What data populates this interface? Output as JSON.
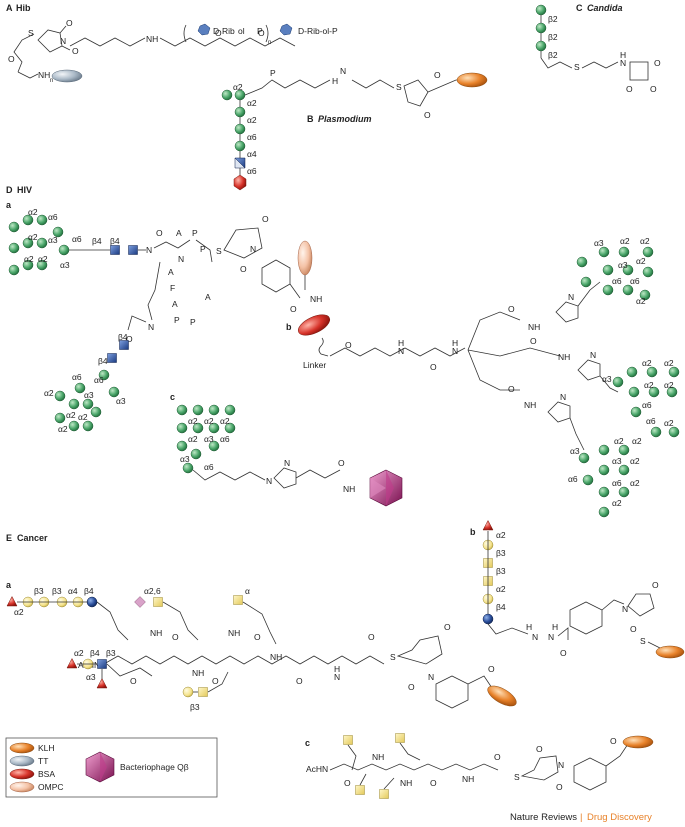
{
  "sections": {
    "A": {
      "letter": "A",
      "title": "Hib"
    },
    "B": {
      "letter": "B",
      "title": "Plasmodium"
    },
    "C": {
      "letter": "C",
      "title": "Candida"
    },
    "D": {
      "letter": "D",
      "title": "HIV",
      "subpanels": [
        "a",
        "b",
        "c"
      ]
    },
    "E": {
      "letter": "E",
      "title": "Cancer",
      "subpanels": [
        "a",
        "b",
        "c"
      ]
    }
  },
  "hib": {
    "repeat_text": "D-Rib-ol-P",
    "subscript": "n",
    "chain_prefix": "D",
    "ribitol": "Rib",
    "ol": "ol",
    "p": "P"
  },
  "hiv": {
    "linker_label": "Linker",
    "peptide_letters": [
      "A",
      "P",
      "P",
      "A",
      "F",
      "A",
      "P",
      "P",
      "A"
    ]
  },
  "cancer": {
    "acnh": "AcHN",
    "nh": "NH",
    "o": "O",
    "s": "S",
    "n": "N",
    "h": "H"
  },
  "linkages": {
    "a2": "α2",
    "a3": "α3",
    "a4": "α4",
    "a6": "α6",
    "a26": "α2,6",
    "a": "α",
    "b2": "β2",
    "b3": "β3",
    "b4": "β4"
  },
  "legend": {
    "items": [
      {
        "label": "KLH",
        "color": "#e8822a"
      },
      {
        "label": "TT",
        "color": "#a9b8c6"
      },
      {
        "label": "BSA",
        "color": "#d7332a"
      },
      {
        "label": "OMPC",
        "color": "#f4c2a6"
      }
    ],
    "phage_label": "Bacteriophage Qβ",
    "phage_color": "#a0226e"
  },
  "footer": {
    "journal": "Nature Reviews",
    "separator": " | ",
    "section": "Drug Discovery",
    "section_color": "#e8822a"
  },
  "colors": {
    "mannose_green": "#4aa66a",
    "glcnac_blue": "#2b4f9c",
    "gal_yellow": "#f4e28a",
    "galnac_yellow": "#f2e27a",
    "fucose_red": "#d73a2e",
    "sialic_pink": "#d9a3c9",
    "kdo_red": "#e0502e"
  }
}
